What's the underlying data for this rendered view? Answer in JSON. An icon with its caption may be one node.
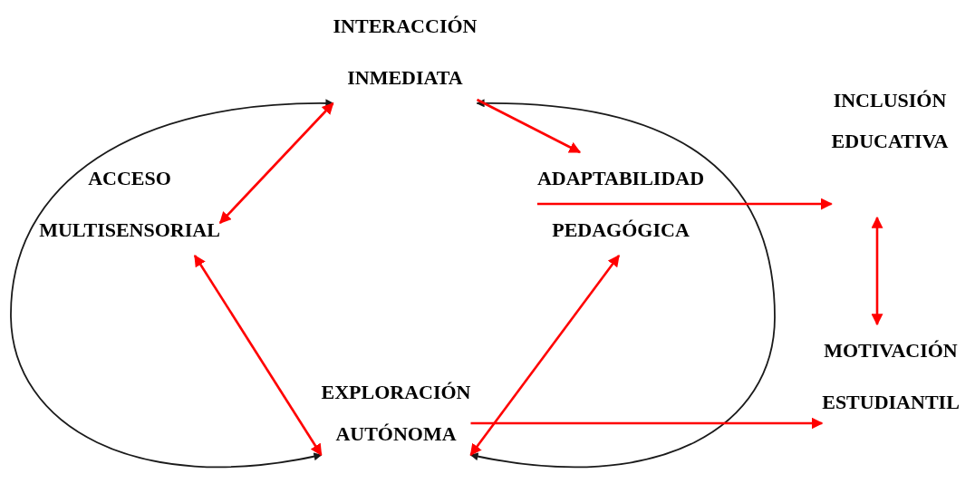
{
  "diagram": {
    "nodes": [
      {
        "text": [
          "INTERACCIÓN INMEDIATA"
        ]
      },
      {
        "text": [
          "INCLUSIÓN EDUCATIVA"
        ]
      },
      {
        "text": [
          "ACCESO MULTISENSORIAL"
        ]
      },
      {
        "text": [
          "ADAPTABILIDAD PEDAGÓGICA"
        ]
      },
      {
        "text": [
          "MOTIVACIÓN ESTUDIANTIL"
        ]
      },
      {
        "text": [
          "EXPLORACIÓN AUTÓNOMA"
        ]
      }
    ],
    "edges": [
      {
        "from": 5,
        "to": 0,
        "arrow": "both",
        "color": "#1a1a1a"
      },
      {
        "from": 5,
        "to": 0,
        "arrow": "both",
        "color": "#1a1a1a"
      },
      {
        "from": 2,
        "to": 0,
        "arrow": "both"
      },
      {
        "from": 0,
        "to": 3,
        "arrow": "to"
      },
      {
        "from": 3,
        "to": 1,
        "arrow": "to"
      },
      {
        "from": 1,
        "to": 4,
        "arrow": "both"
      },
      {
        "from": 2,
        "to": 5,
        "arrow": "both"
      },
      {
        "from": 5,
        "to": 3,
        "arrow": "both"
      },
      {
        "from": 5,
        "to": 4,
        "arrow": "to"
      }
    ]
  }
}
